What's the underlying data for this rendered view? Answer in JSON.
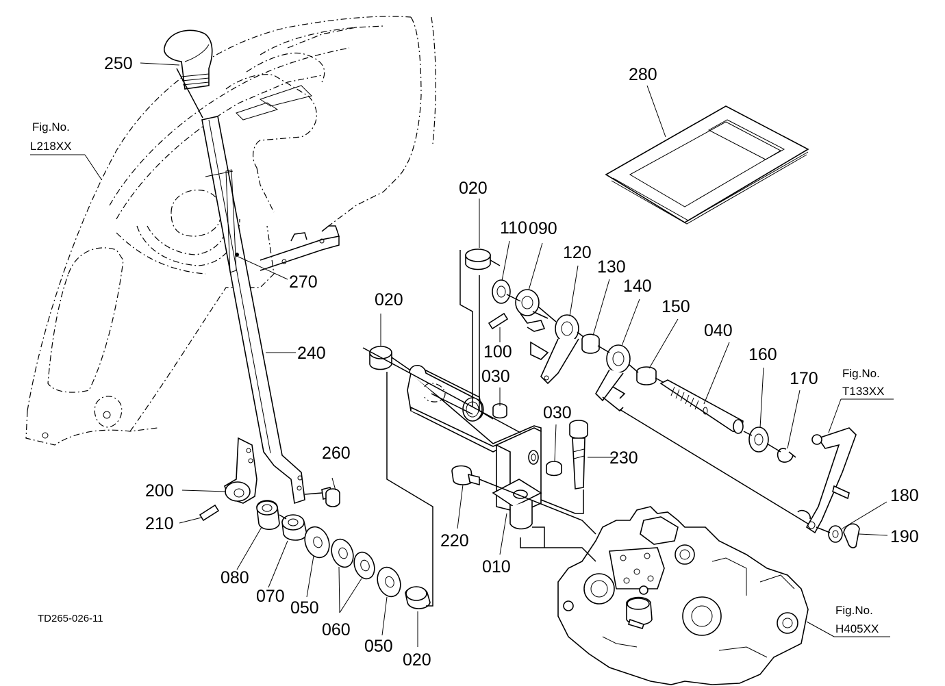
{
  "labels": {
    "p250": "250",
    "p280": "280",
    "p270": "270",
    "p240": "240",
    "p260": "260",
    "p200": "200",
    "p210": "210",
    "p080": "080",
    "p070": "070",
    "p050a": "050",
    "p060": "060",
    "p050b": "050",
    "p020a": "020",
    "p020b": "020",
    "p020c": "020",
    "p110": "110",
    "p090": "090",
    "p120": "120",
    "p130": "130",
    "p140": "140",
    "p150": "150",
    "p040": "040",
    "p160": "160",
    "p170": "170",
    "p100": "100",
    "p030a": "030",
    "p030b": "030",
    "p230": "230",
    "p220": "220",
    "p010": "010",
    "p180": "180",
    "p190": "190"
  },
  "figs": {
    "l218_title": "Fig.No.",
    "l218_code": "L218XX",
    "t133_title": "Fig.No.",
    "t133_code": "T133XX",
    "h405_title": "Fig.No.",
    "h405_code": "H405XX"
  },
  "drawing_code": "TD265-026-11"
}
